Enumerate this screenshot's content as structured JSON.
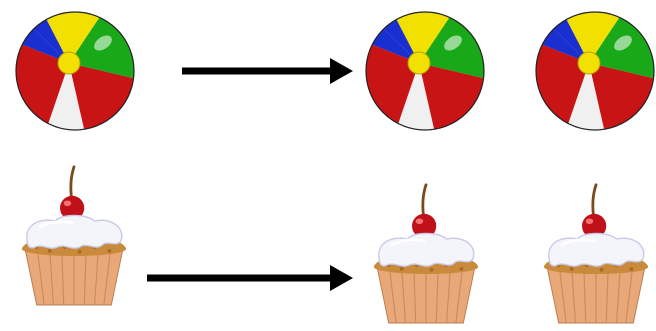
{
  "rows": [
    {
      "name": "beach-ball-row",
      "source": {
        "item": "beach-ball"
      },
      "arrow": {
        "color": "#000000"
      },
      "targets": [
        {
          "item": "beach-ball"
        },
        {
          "item": "beach-ball"
        }
      ]
    },
    {
      "name": "cupcake-row",
      "source": {
        "item": "cupcake"
      },
      "arrow": {
        "color": "#000000"
      },
      "targets": [
        {
          "item": "cupcake"
        },
        {
          "item": "cupcake"
        }
      ]
    }
  ],
  "colors": {
    "ball_yellow": "#f2e000",
    "ball_green": "#18a818",
    "ball_red": "#c81414",
    "ball_blue": "#1a2fcf",
    "ball_white": "#f0f0f0",
    "cupcake_wrapper": "#e8a878",
    "cupcake_cake": "#c98a3c",
    "cupcake_frosting": "#f4f4fb",
    "cherry": "#c0101a",
    "stem": "#7a4a1a"
  }
}
